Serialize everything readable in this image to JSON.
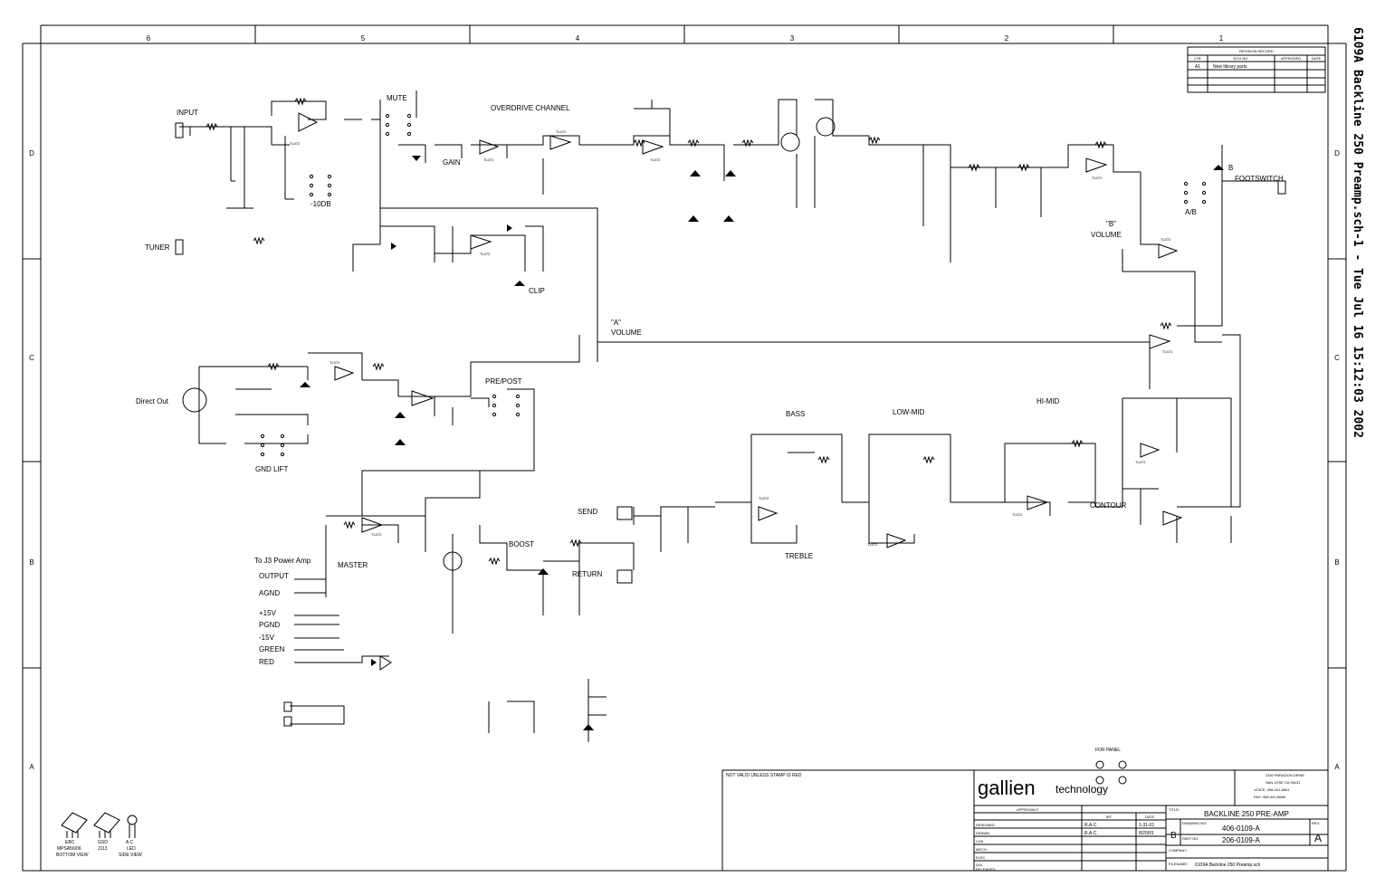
{
  "vertical_title": "6109A Backline 250 Preamp.sch-1 - Tue Jul 16 15:12:03 2002",
  "zones": {
    "columns": [
      "6",
      "5",
      "4",
      "3",
      "2",
      "1"
    ],
    "rows": [
      "D",
      "C",
      "B",
      "A"
    ]
  },
  "revision_record": {
    "heading": "REVISION RECORD",
    "columns": [
      "LTR",
      "ECO NO.",
      "APPROVED",
      "DATE"
    ],
    "rows": [
      {
        "ltr": "A1",
        "eco": "New library parts"
      }
    ]
  },
  "labels": {
    "input": "INPUT",
    "mute": "MUTE",
    "overdrive": "OVERDRIVE CHANNEL",
    "gain": "GAIN",
    "minus10db": "-10DB",
    "tuner": "TUNER",
    "clip": "CLIP",
    "a_volume_q": "\"A\"",
    "a_volume": "VOLUME",
    "b_volume_q": "\"B\"",
    "b_volume": "VOLUME",
    "footswitch": "FOOTSWITCH",
    "b": "B",
    "ab": "A/B",
    "direct_out": "Direct Out",
    "pre_post": "PRE/POST",
    "gnd_lift": "GND LIFT",
    "bass": "BASS",
    "low_mid": "LOW-MID",
    "hi_mid": "HI-MID",
    "treble": "TREBLE",
    "contour": "CONTOUR",
    "send": "SEND",
    "return": "RETURN",
    "boost": "BOOST",
    "to_j3": "To J3 Power Amp",
    "master": "MASTER",
    "output": "OUTPUT",
    "agnd": "AGND",
    "p15v": "+15V",
    "pgnd": "PGND",
    "m15v": "-15V",
    "green": "GREEN",
    "red": "RED",
    "for_panel": "FOR PANEL",
    "footnote_left": "MPSA56/06",
    "bottom_view": "BOTTOM VIEW",
    "led_ac": "A C",
    "led": "LED",
    "side_view": "SIDE VIEW",
    "ebc": "EBC",
    "gsd": "GSD",
    "j113": "J113"
  },
  "chips": [
    "TL072",
    "TL072",
    "TL072",
    "TL072",
    "TL072",
    "TL072",
    "TL072",
    "TL072",
    "TL072",
    "TL072",
    "TL072",
    "TL072",
    "TL072",
    "TL072"
  ],
  "title_block": {
    "stamp_note": "NOT VALID UNLESS STAMP IS RED",
    "company_brand": "gallien",
    "company_suffix": "technology",
    "address": [
      "2340 PARAGON DRIVE",
      "SAN JOSE CA 95131",
      "VOICE: 408-441-8061",
      "FAX: 408-441-8088"
    ],
    "approvals_heading": "APPROVALS",
    "approvals_cols": [
      "INT",
      "DATE"
    ],
    "approvals": [
      {
        "role": "DESIGNED",
        "init": "R.A.C.",
        "date": "1-31-01"
      },
      {
        "role": "DRAWN",
        "init": "R.A.C.",
        "date": "8/20/01"
      },
      {
        "role": "CHK.",
        "init": "",
        "date": ""
      },
      {
        "role": "MECH.",
        "init": "",
        "date": ""
      },
      {
        "role": "ELEC.",
        "init": "",
        "date": ""
      },
      {
        "role": "Q/A:",
        "init": "",
        "date": ""
      },
      {
        "role": "RELEASED",
        "init": "",
        "date": ""
      }
    ],
    "title_label": "TITLE:",
    "title": "BACKLINE 250 PRE-AMP",
    "size": "B",
    "drawing_no_label": "DRAWING NO:",
    "drawing_no": "406-0109-A",
    "part_no_label": "PART NO:",
    "part_no": "206-0109-A",
    "rev_label": "REV:",
    "rev": "A",
    "company_label": "COMPANY:",
    "filename_label": "FILENAME:",
    "filename": "6109A Backline 250 Preamp.sch"
  }
}
